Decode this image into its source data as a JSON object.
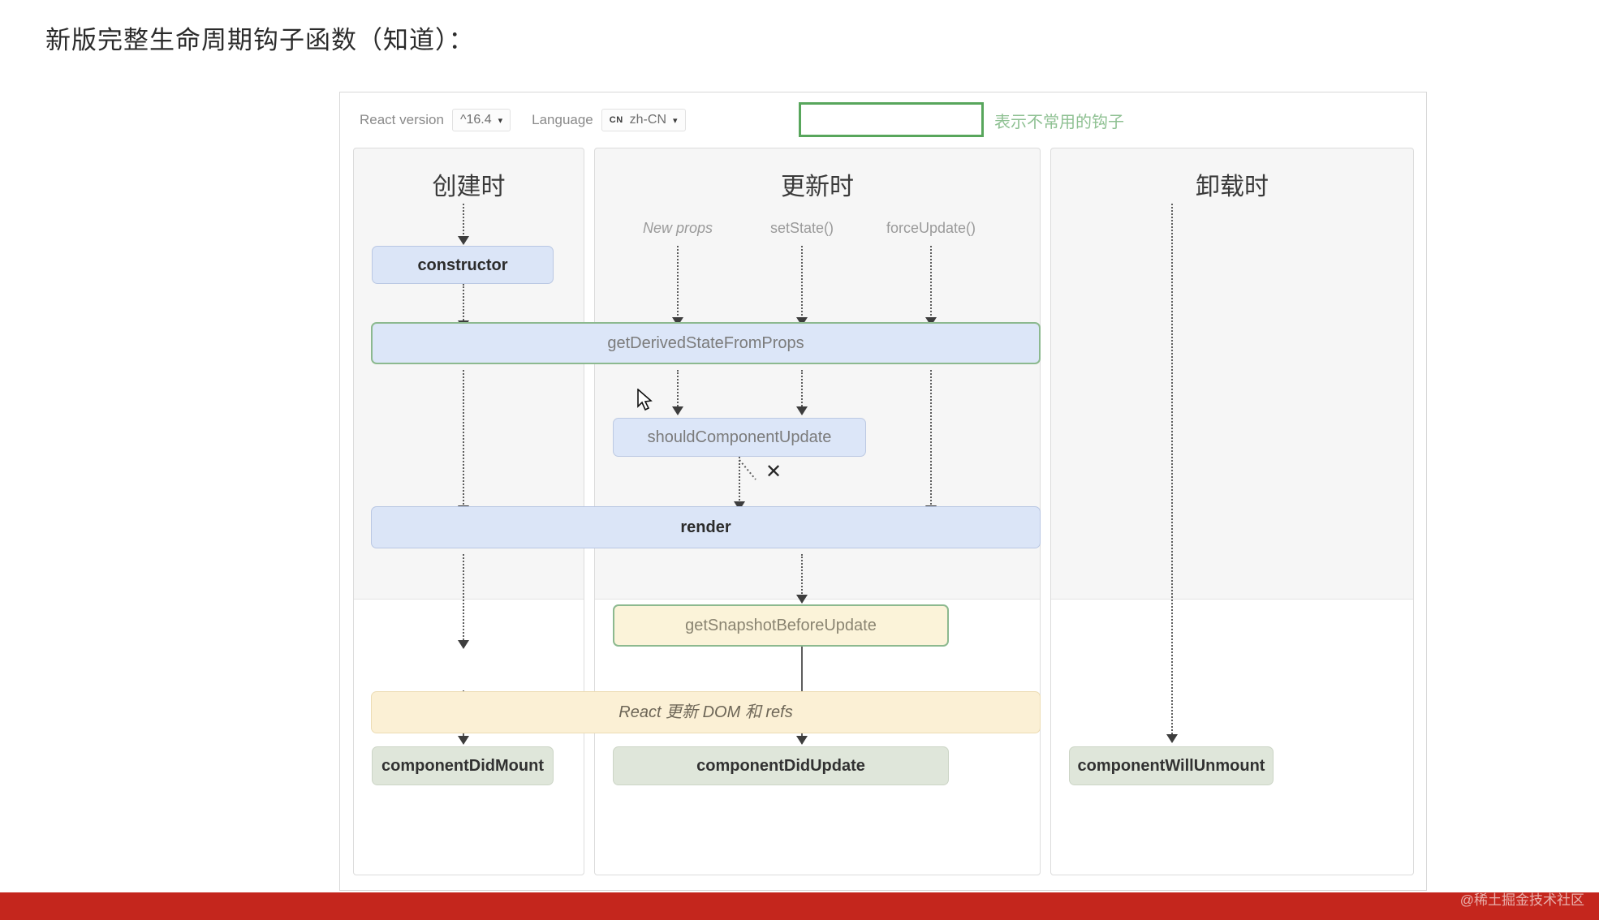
{
  "page": {
    "title": "新版完整生命周期钩子函数（知道）：",
    "watermark": "@稀土掘金技术社区"
  },
  "toolbar": {
    "react_version_label": "React version",
    "react_version_value": "^16.4",
    "language_label": "Language",
    "language_badge": "CN",
    "language_value": "zh-CN",
    "caret": "▾"
  },
  "legend": {
    "text": "表示不常用的钩子",
    "border_color": "#58a65c",
    "text_color": "#8fc193"
  },
  "columns": [
    {
      "key": "mount",
      "title": "创建时"
    },
    {
      "key": "update",
      "title": "更新时"
    },
    {
      "key": "unmount",
      "title": "卸载时"
    }
  ],
  "triggers": [
    {
      "label": "New props",
      "italic": true
    },
    {
      "label": "setState()",
      "italic": false
    },
    {
      "label": "forceUpdate()",
      "italic": false
    }
  ],
  "nodes": {
    "constructor": "constructor",
    "get_derived_state": "getDerivedStateFromProps",
    "should_component_update": "shouldComponentUpdate",
    "render": "render",
    "get_snapshot": "getSnapshotBeforeUpdate",
    "react_updates_dom": "React 更新 DOM 和 refs",
    "component_did_mount": "componentDidMount",
    "component_did_update": "componentDidUpdate",
    "component_will_unmount": "componentWillUnmount"
  },
  "markers": {
    "skip_x": "✕"
  },
  "colors": {
    "blue_fill": "#dbe5f7",
    "cream_fill": "#fbf0d5",
    "sage_fill": "#dfe6da",
    "green_border": "#8cb98f",
    "red_bar": "#c4261d"
  }
}
